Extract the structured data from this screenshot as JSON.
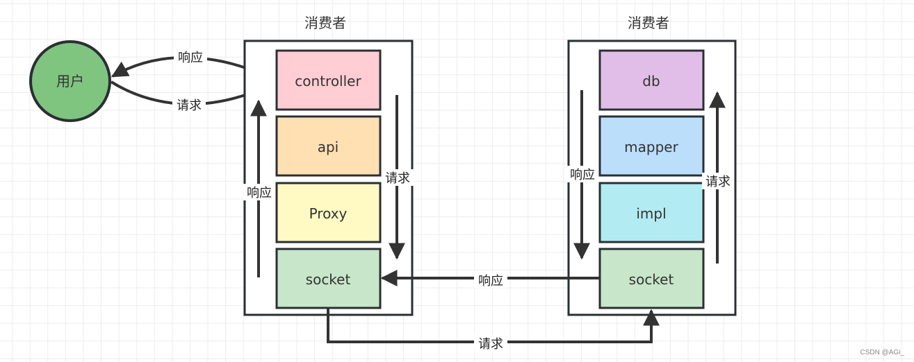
{
  "user_node": {
    "label": "用户",
    "fill": "#7fc47f"
  },
  "groups": [
    {
      "title": "消费者",
      "layers": [
        {
          "label": "controller",
          "fill": "#ffcdd3"
        },
        {
          "label": "api",
          "fill": "#ffe0b2"
        },
        {
          "label": "Proxy",
          "fill": "#fff9c4"
        },
        {
          "label": "socket",
          "fill": "#c8e6c9"
        }
      ],
      "down_arrow_label": "请求",
      "up_arrow_label": "响应"
    },
    {
      "title": "消费者",
      "layers": [
        {
          "label": "db",
          "fill": "#e1bee7"
        },
        {
          "label": "mapper",
          "fill": "#bbdefb"
        },
        {
          "label": "impl",
          "fill": "#b2ebf2"
        },
        {
          "label": "socket",
          "fill": "#c8e6c9"
        }
      ],
      "down_arrow_label": "响应",
      "up_arrow_label": "请求"
    }
  ],
  "edges": {
    "controller_to_user": "响应",
    "user_to_controller": "请求",
    "socket_right_to_left": "响应",
    "socket_left_to_right": "请求"
  },
  "watermark": "CSDN @AGi_"
}
